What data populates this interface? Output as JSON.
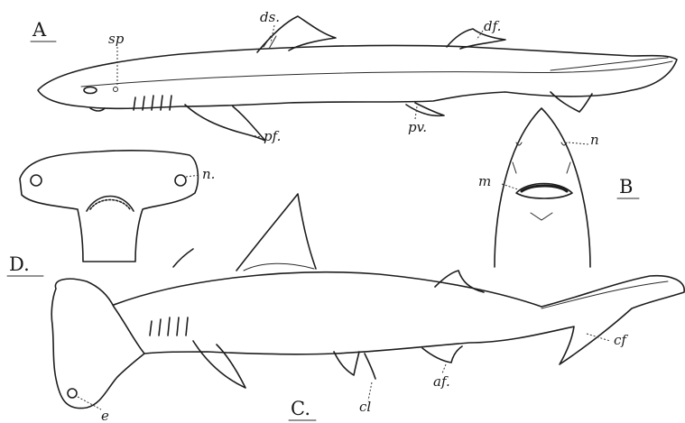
{
  "figure": {
    "panels": {
      "A": "A",
      "B": "B",
      "C": "C.",
      "D": "D."
    },
    "labels": {
      "sp": "sp",
      "ds": "ds.",
      "df": "df.",
      "pf": "pf.",
      "pv": "pv.",
      "n_head_b": "n",
      "m": "m",
      "n_head_d": "n.",
      "cf": "cf",
      "cl": "cl",
      "af": "af.",
      "e": "e"
    }
  }
}
